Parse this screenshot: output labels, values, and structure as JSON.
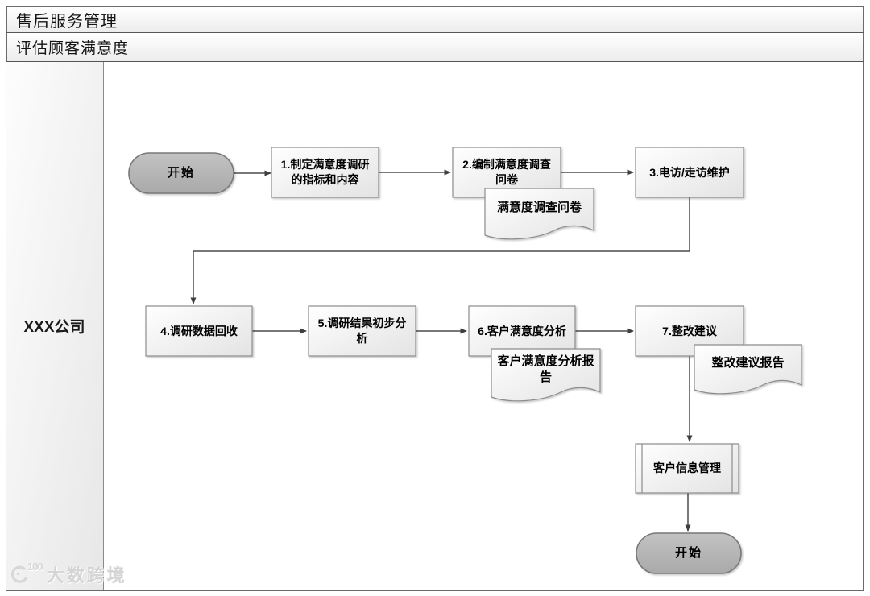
{
  "header": {
    "title": "售后服务管理",
    "phase": "评估顾客满意度"
  },
  "lane": {
    "label": "XXX公司"
  },
  "nodes": {
    "start": {
      "label": "开始"
    },
    "step1": {
      "label": "1.制定满意度调研的指标和内容"
    },
    "step2": {
      "label": "2.编制满意度调查问卷"
    },
    "step3": {
      "label": "3.电访/走访维护"
    },
    "step4": {
      "label": "4.调研数据回收"
    },
    "step5": {
      "label": "5.调研结果初步分析"
    },
    "step6": {
      "label": "6.客户满意度分析"
    },
    "step7": {
      "label": "7.整改建议"
    },
    "subprocess": {
      "label": "客户信息管理"
    },
    "end": {
      "label": "开始"
    }
  },
  "documents": {
    "doc1": {
      "label": "满意度调查问卷"
    },
    "doc2": {
      "label": "客户满意度分析报告"
    },
    "doc3": {
      "label": "整改建议报告"
    }
  },
  "watermark": {
    "logo_sup": "100",
    "text": "大数跨境"
  },
  "colors": {
    "box_fill_top": "#ffffff",
    "box_fill_bottom": "#e3e3e3",
    "box_border": "#8c8c8c",
    "terminator_fill_top": "#c2c2c2",
    "terminator_fill_bottom": "#a9a9a9",
    "terminator_border": "#787878",
    "connector": "#4c4c4c",
    "frame_border": "#6b6b6b"
  }
}
